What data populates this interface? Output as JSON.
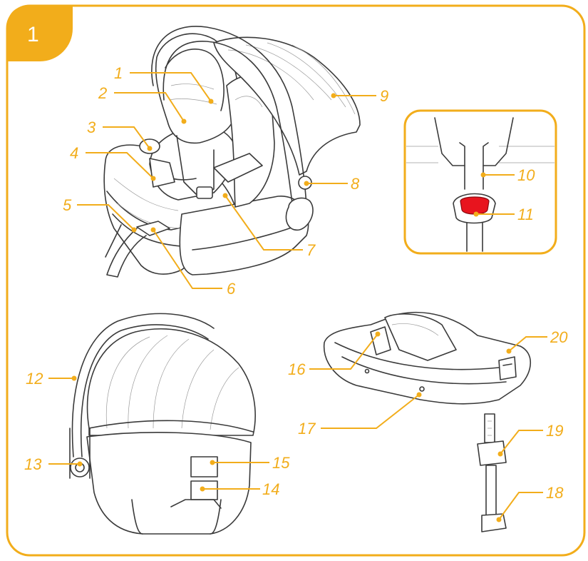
{
  "step_number": "1",
  "colors": {
    "accent": "#f2ad1b",
    "ink": "#3a3a3a",
    "button_red": "#e8141e"
  },
  "callouts": [
    {
      "id": "c1",
      "label": "1"
    },
    {
      "id": "c2",
      "label": "2"
    },
    {
      "id": "c3",
      "label": "3"
    },
    {
      "id": "c4",
      "label": "4"
    },
    {
      "id": "c5",
      "label": "5"
    },
    {
      "id": "c6",
      "label": "6"
    },
    {
      "id": "c7",
      "label": "7"
    },
    {
      "id": "c8",
      "label": "8"
    },
    {
      "id": "c9",
      "label": "9"
    },
    {
      "id": "c10",
      "label": "10"
    },
    {
      "id": "c11",
      "label": "11"
    },
    {
      "id": "c12",
      "label": "12"
    },
    {
      "id": "c13",
      "label": "13"
    },
    {
      "id": "c14",
      "label": "14"
    },
    {
      "id": "c15",
      "label": "15"
    },
    {
      "id": "c16",
      "label": "16"
    },
    {
      "id": "c17",
      "label": "17"
    },
    {
      "id": "c18",
      "label": "18"
    },
    {
      "id": "c19",
      "label": "19"
    },
    {
      "id": "c20",
      "label": "20"
    }
  ]
}
